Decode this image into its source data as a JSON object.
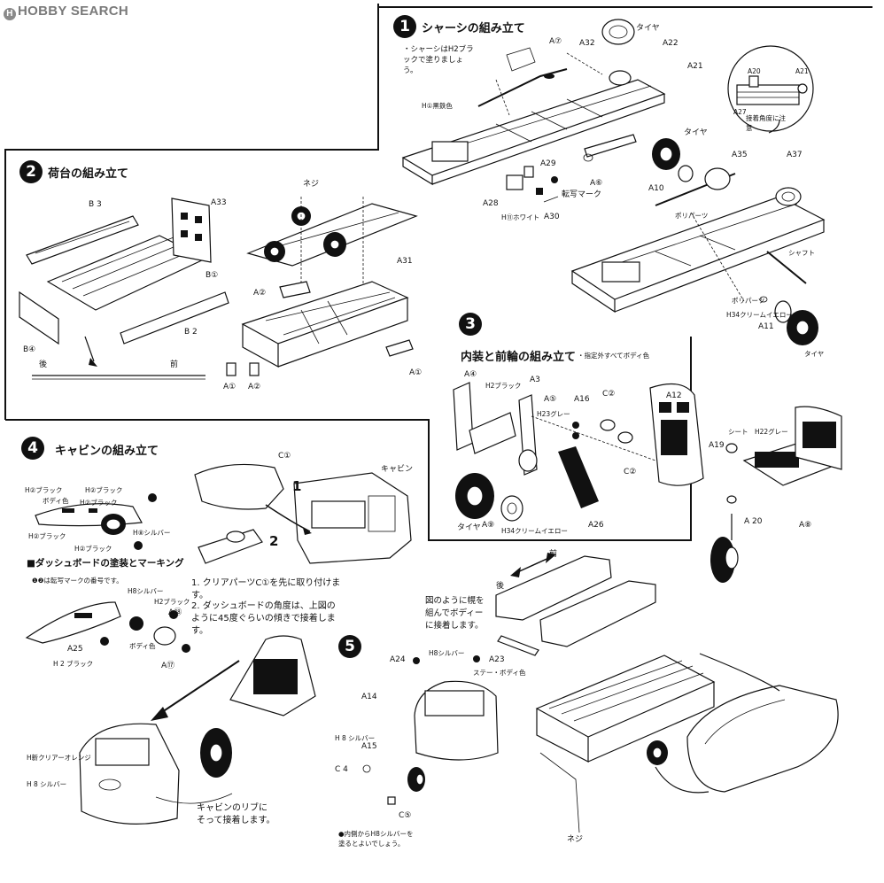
{
  "watermark": {
    "brand": "HOBBY SEARCH",
    "logo_letter": "H"
  },
  "step1": {
    "number": "1",
    "title": "シャーシの組み立て",
    "note": "・シャーシはH2ブラックで塗りましょう。",
    "labels": {
      "tire": "タイヤ",
      "a7": "A⑦",
      "a32": "A32",
      "a22": "A22",
      "a21": "A21",
      "paint": "H①黒鉄色",
      "a29": "A29",
      "a28": "A28",
      "white": "H⑪ホワイト",
      "decal": "転写マーク",
      "a30": "A30",
      "a6": "A⑥",
      "detail_a20": "A20",
      "detail_a21": "A21",
      "detail_a27": "A27",
      "detail_note": "接着角度に注意",
      "tire2": "タイヤ",
      "a35": "A35",
      "a37": "A37",
      "a10": "A10",
      "polycap": "ポリパーツ",
      "shaft": "シャフト",
      "polycap2": "ポリパーツ",
      "cream": "H34クリームイエロー",
      "a11": "A11",
      "tire3": "タイヤ"
    }
  },
  "step2": {
    "number": "2",
    "title": "荷台の組み立て",
    "labels": {
      "b3": "B 3",
      "a33": "A33",
      "b1": "B①",
      "b2": "B 2",
      "b4": "B④",
      "screw": "ネジ",
      "a31": "A31",
      "a2": "A②",
      "a1": "A①",
      "rear": "後",
      "front": "前",
      "a1b": "A①",
      "a2b": "A②"
    }
  },
  "step3": {
    "number": "3",
    "title": "内装と前輪の組み立て",
    "subtitle": "・指定外すべてボディ色",
    "labels": {
      "a4": "A④",
      "black": "H2ブラック",
      "a3": "A3",
      "a5": "A⑤",
      "a16": "A16",
      "gray": "H23グレー",
      "c2": "C②",
      "a12": "A12",
      "c2b": "C②",
      "a19": "A19",
      "seat": "シート",
      "gray2": "H22グレー",
      "tire": "タイヤ",
      "a9": "A⑨",
      "cream": "H34クリームイエロー",
      "a26": "A26",
      "a20": "A 20",
      "a8": "A⑧"
    }
  },
  "step4": {
    "number": "4",
    "title": "キャビンの組み立て",
    "labels": {
      "body_color": "ボディ色",
      "black1": "H②ブラック",
      "black2": "H②ブラック",
      "black3": "H②ブラック",
      "black4": "H②ブラック",
      "silver": "H⑧シルバー",
      "m1": "1",
      "m2": "2",
      "c1": "C①",
      "cabin": "キャビン",
      "big1": "1",
      "big2": "2",
      "dash_title": "■ダッシュボードの塗装とマーキング",
      "dash_note": "❶❷は転写マークの番号です。",
      "silver2": "H8シルバー",
      "black5": "H2ブラック",
      "a18": "A⑱",
      "a25": "A25",
      "mark2": "2",
      "black6": "H 2 ブラック",
      "body2": "ボディ色",
      "a17": "A⑰",
      "mark1": "1",
      "mark1b": "1",
      "clear_orange": "H新クリアーオレンジ",
      "silver3": "H 8 シルバー",
      "rib_note": "キャビンのリブに\nそって接着します。"
    },
    "instructions": [
      {
        "num": "1.",
        "text": "クリアパーツC①を先に取り付けます。"
      },
      {
        "num": "2.",
        "text": "ダッシュボードの角度は、上図のように45度ぐらいの傾きで接着します。"
      }
    ]
  },
  "step5": {
    "number": "5",
    "labels": {
      "front": "前",
      "rear": "後",
      "hood_note": "図のように幌を\n組んでボディー\nに接着します。",
      "silver": "H8シルバー",
      "a24": "A24",
      "a23": "A23",
      "stay": "ステー・ボディ色",
      "a14": "A14",
      "silver2": "H 8 シルバー",
      "a15": "A15",
      "c4": "C 4",
      "c5": "C⑤",
      "screw": "ネジ",
      "inside_note": "●内側からH8シルバーを\n塗るとよいでしょう。"
    }
  }
}
